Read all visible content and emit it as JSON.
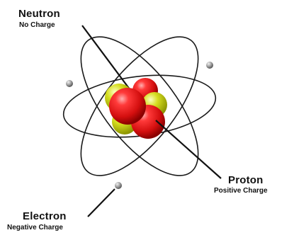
{
  "labels": {
    "neutron": {
      "title": "Neutron",
      "subtitle": "No Charge"
    },
    "proton": {
      "title": "Proton",
      "subtitle": "Positive Charge"
    },
    "electron": {
      "title": "Electron",
      "subtitle": "Negative Charge"
    }
  },
  "colors": {
    "orbit": "#1a1a1a",
    "leader_line": "#111111",
    "particle_red": "#e41a1a",
    "particle_yellow": "#d4dc1c",
    "electron_grey": "#9a9a9a"
  }
}
